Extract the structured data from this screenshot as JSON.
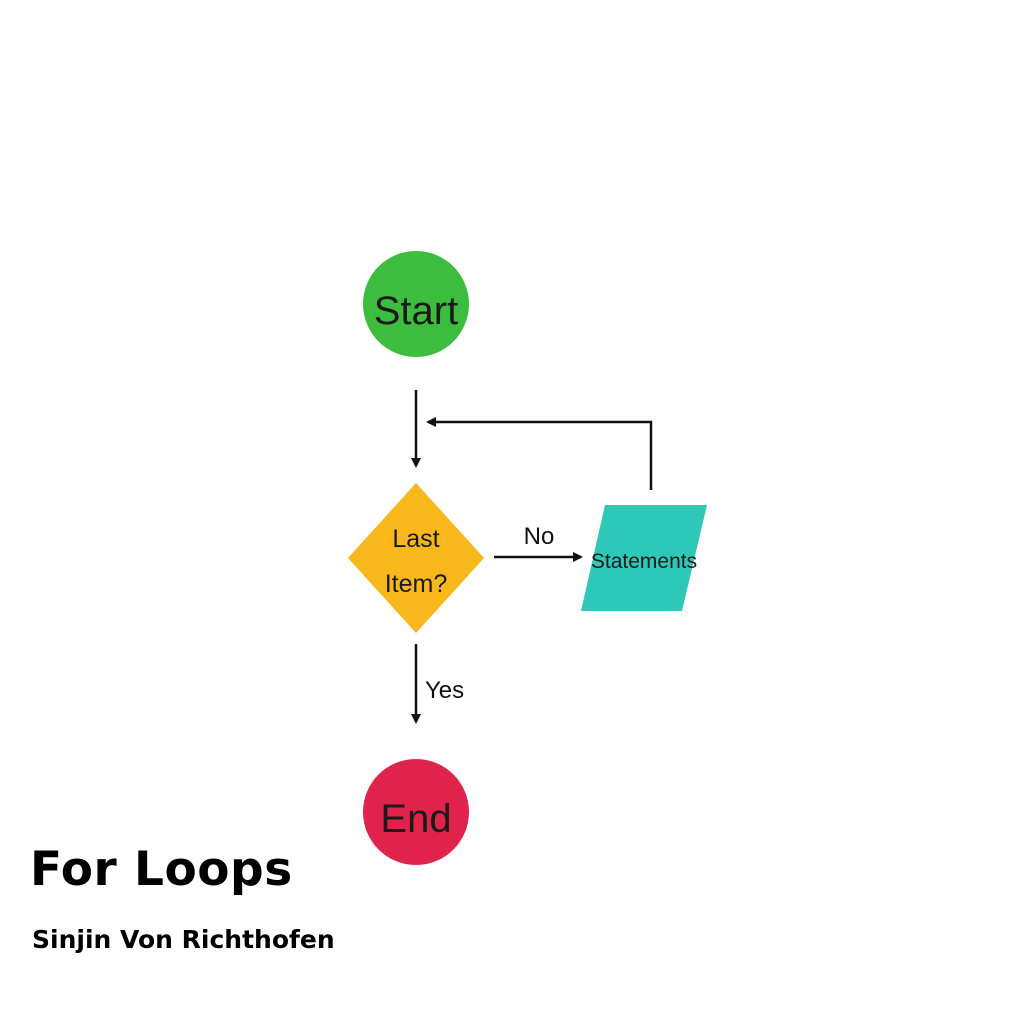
{
  "diagram": {
    "nodes": {
      "start": {
        "label": "Start",
        "color": "#3dbd3d"
      },
      "decision": {
        "label_line1": "Last",
        "label_line2": "Item?",
        "color": "#f8b81c"
      },
      "statements": {
        "label": "Statements",
        "color": "#2ec8b8"
      },
      "end": {
        "label": "End",
        "color": "#e0234a"
      }
    },
    "edges": {
      "no_label": "No",
      "yes_label": "Yes"
    }
  },
  "caption": {
    "title": "For Loops",
    "author": "Sinjin Von Richthofen"
  }
}
